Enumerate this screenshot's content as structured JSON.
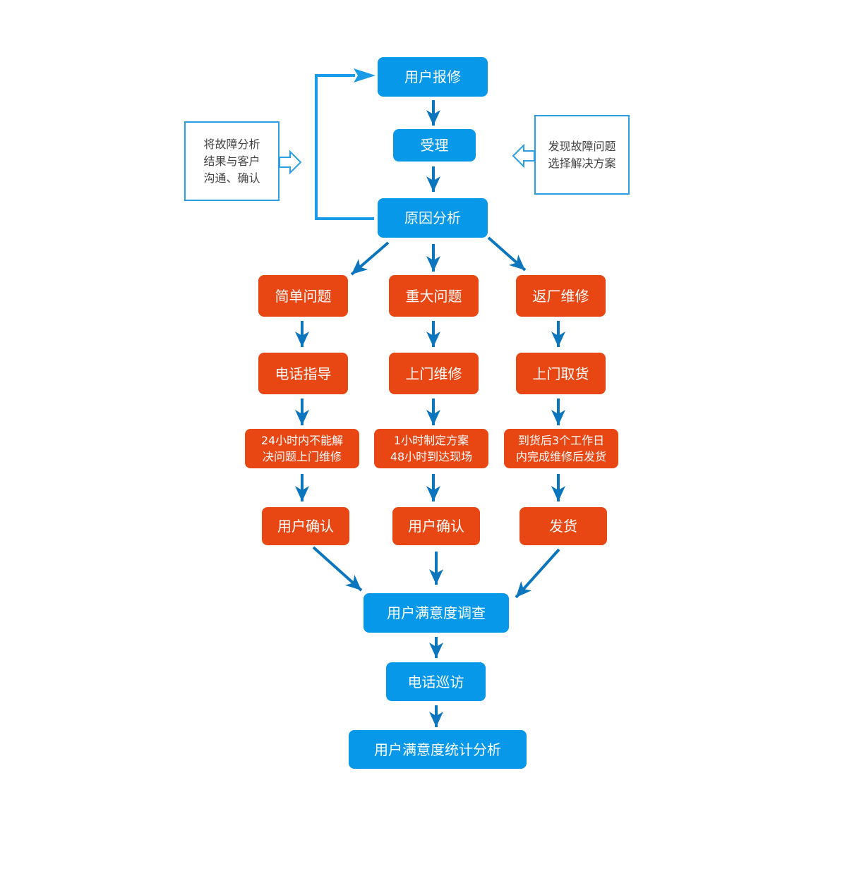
{
  "colors": {
    "process": "#0898ea",
    "branch": "#e84613",
    "arrow": "#0b75bd",
    "loop": "#1a9be8"
  },
  "flow": {
    "report": "用户报修",
    "accept": "受理",
    "analysis": "原因分析",
    "survey": "用户满意度调查",
    "phone_visit": "电话巡访",
    "statistics": "用户满意度统计分析"
  },
  "notes": {
    "left": [
      "将故障分析",
      "结果与客户",
      "沟通、确认"
    ],
    "right": [
      "发现故障问题",
      "选择解决方案"
    ]
  },
  "branches": {
    "simple": {
      "title": "简单问题",
      "step": "电话指导",
      "detail": [
        "24小时内不能解",
        "决问题上门维修"
      ],
      "end": "用户确认"
    },
    "major": {
      "title": "重大问题",
      "step": "上门维修",
      "detail": [
        "1小时制定方案",
        "48小时到达现场"
      ],
      "end": "用户确认"
    },
    "factory": {
      "title": "返厂维修",
      "step": "上门取货",
      "detail": [
        "到货后3个工作日",
        "内完成维修后发货"
      ],
      "end": "发货"
    }
  }
}
